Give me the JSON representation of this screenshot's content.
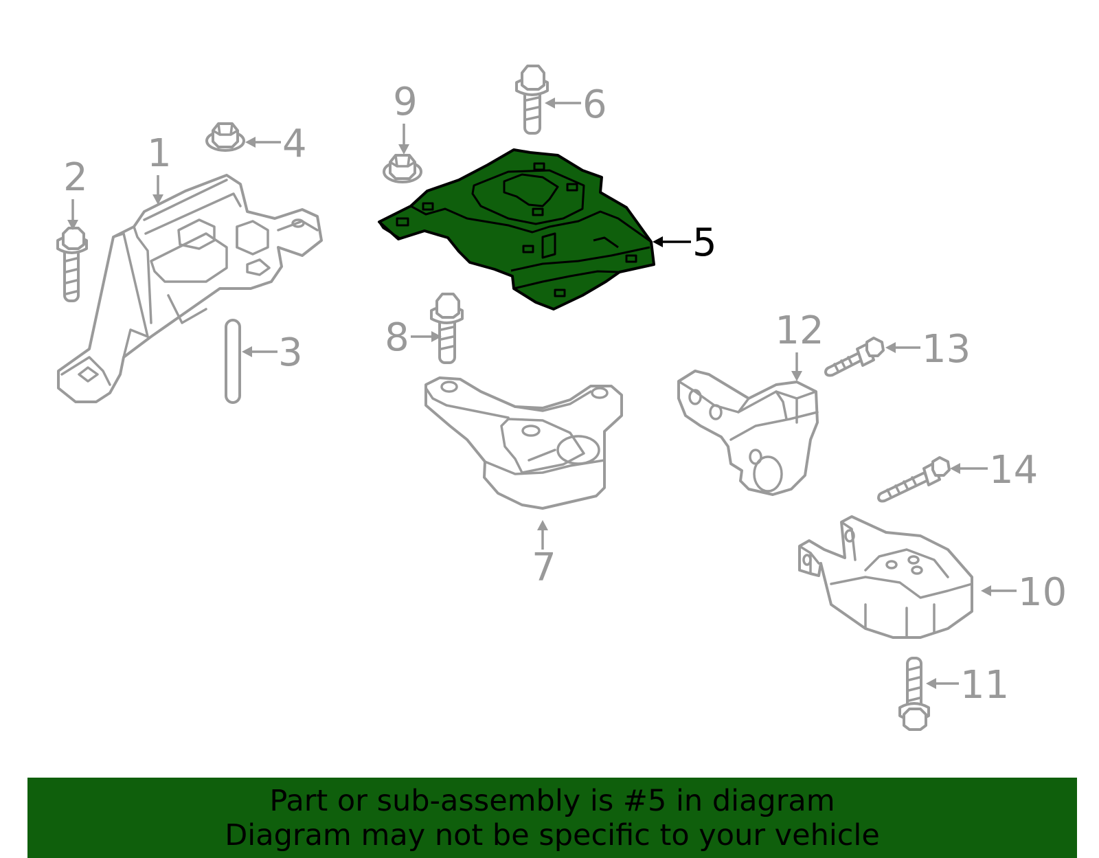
{
  "diagram": {
    "highlight_color": "#0f5f0c",
    "line_color": "#9a9a9a",
    "highlighted_part": "5",
    "callouts": [
      "1",
      "2",
      "3",
      "4",
      "5",
      "6",
      "7",
      "8",
      "9",
      "10",
      "11",
      "12",
      "13",
      "14"
    ]
  },
  "banner": {
    "line1": "Part or sub-assembly is #5 in diagram",
    "line2": "Diagram may not be specific to your vehicle"
  }
}
